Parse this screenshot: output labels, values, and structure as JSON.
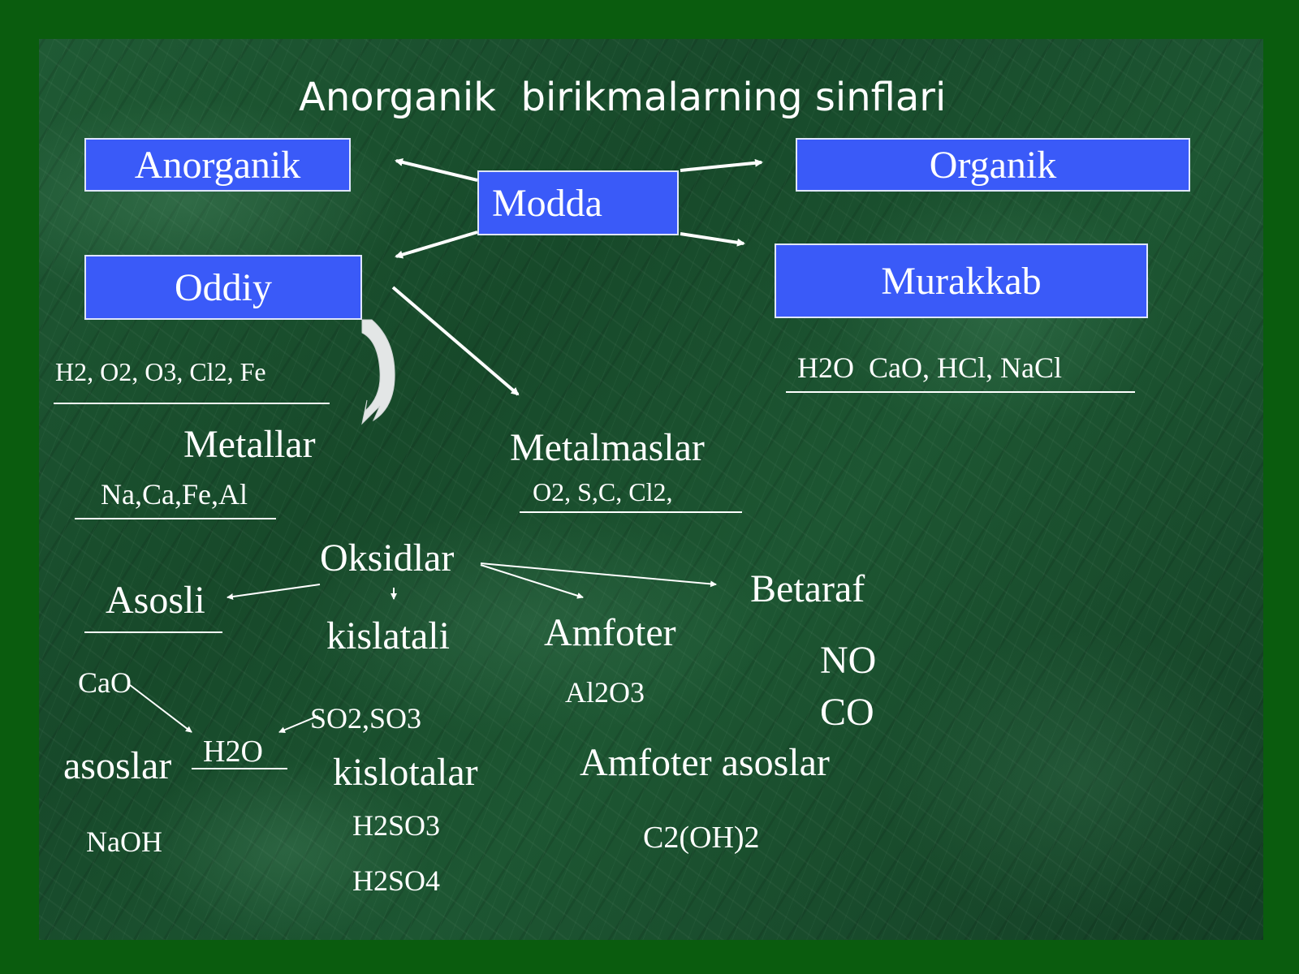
{
  "title": "Anorganik  birikmalarning sinflari",
  "boxes": {
    "anorganik": "Anorganik",
    "modda": "Modda",
    "organik": "Organik",
    "oddiy": "Oddiy",
    "murakkab": "Murakkab"
  },
  "oddiy_examples": "H2, O2, O3, Cl2, Fe",
  "murakkab_examples": "H2O  CaO, HCl, NaCl",
  "metallar": {
    "label": "Metallar",
    "examples": "Na,Ca,Fe,Al"
  },
  "metalmaslar": {
    "label": "Metalmaslar",
    "examples": "O2, S,C, Cl2,"
  },
  "oksidlar": "Oksidlar",
  "asosli": "Asosli",
  "kislatali": "kislatali",
  "amfoter": {
    "label": "Amfoter",
    "example": "Al2O3"
  },
  "betaraf": {
    "label": "Betaraf",
    "examples": [
      "NO",
      "CO"
    ]
  },
  "reaction": {
    "cao": "CaO",
    "water": "H2O",
    "so": "SO2,SO3"
  },
  "asoslar": {
    "label": "asoslar",
    "example": "NaOH"
  },
  "kislotalar": {
    "label": "kislotalar",
    "examples": [
      "H2SO3",
      "H2SO4"
    ]
  },
  "amfoter_asoslar": {
    "label": "Amfoter asoslar",
    "example": "C2(OH)2"
  },
  "colors": {
    "box": "#3a5af8",
    "frame": "#0a5c0e",
    "text": "#ffffff"
  }
}
